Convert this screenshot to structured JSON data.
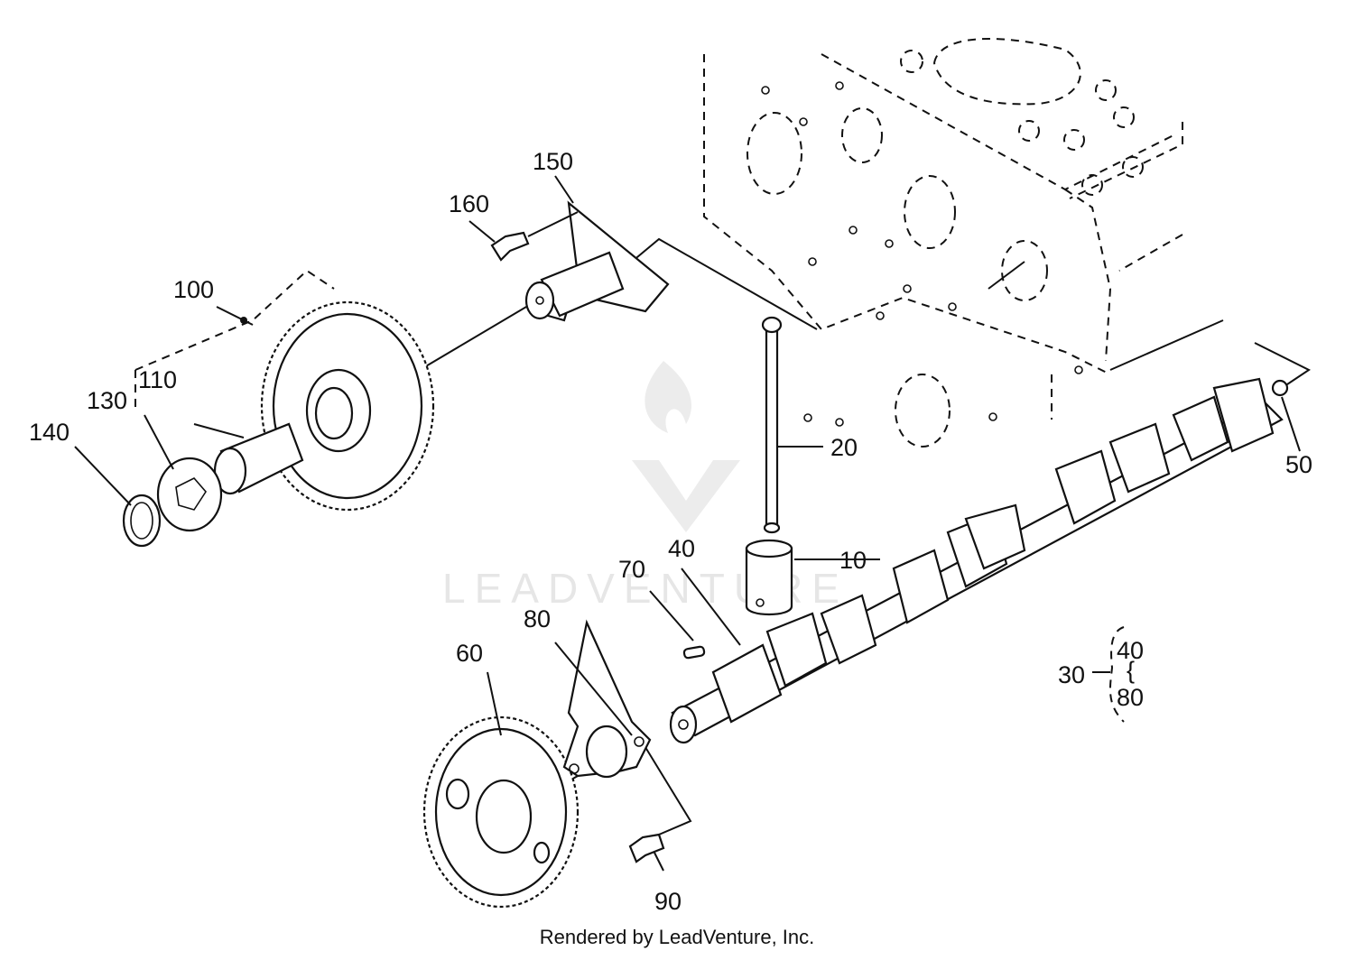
{
  "watermark": {
    "brand": "LEADVENTURE"
  },
  "footer": {
    "credit": "Rendered by LeadVenture, Inc."
  },
  "callouts": {
    "c10": "10",
    "c20": "20",
    "c40": "40",
    "c50": "50",
    "c60": "60",
    "c70": "70",
    "c80": "80",
    "c90": "90",
    "c100": "100",
    "c110": "110",
    "c130": "130",
    "c140": "140",
    "c150": "150",
    "c160": "160"
  },
  "assembly_note": {
    "parent": "30",
    "child_a": "40",
    "brace": "{",
    "child_b": "80"
  }
}
